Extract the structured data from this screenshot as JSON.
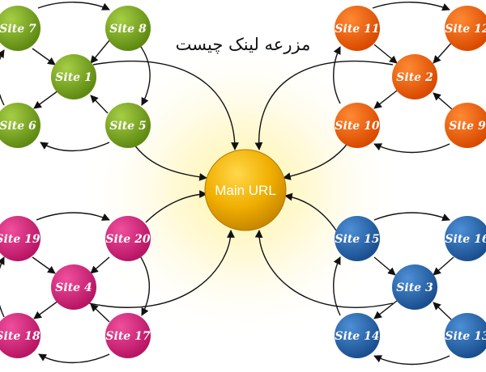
{
  "diagram": {
    "title": "مزرعه لینک چیست",
    "hub": {
      "label": "Main URL",
      "color": "#e8a800"
    },
    "clusters": [
      {
        "name": "green",
        "color": "#76a21e",
        "nodes": [
          {
            "id": "site7",
            "label": "Site 7"
          },
          {
            "id": "site8",
            "label": "Site 8"
          },
          {
            "id": "site1",
            "label": "Site 1"
          },
          {
            "id": "site6",
            "label": "Site 6"
          },
          {
            "id": "site5",
            "label": "Site 5"
          }
        ]
      },
      {
        "name": "orange",
        "color": "#f25c05",
        "nodes": [
          {
            "id": "site11",
            "label": "Site 11"
          },
          {
            "id": "site12",
            "label": "Site 12"
          },
          {
            "id": "site2",
            "label": "Site 2"
          },
          {
            "id": "site10",
            "label": "Site 10"
          },
          {
            "id": "site9",
            "label": "Site 9"
          }
        ]
      },
      {
        "name": "pink",
        "color": "#d6267e",
        "nodes": [
          {
            "id": "site19",
            "label": "Site 19"
          },
          {
            "id": "site20",
            "label": "Site 20"
          },
          {
            "id": "site4",
            "label": "Site 4"
          },
          {
            "id": "site18",
            "label": "Site 18"
          },
          {
            "id": "site17",
            "label": "Site 17"
          }
        ]
      },
      {
        "name": "blue",
        "color": "#2465ad",
        "nodes": [
          {
            "id": "site15",
            "label": "Site 15"
          },
          {
            "id": "site16",
            "label": "Site 16"
          },
          {
            "id": "site3",
            "label": "Site 3"
          },
          {
            "id": "site14",
            "label": "Site 14"
          },
          {
            "id": "site13",
            "label": "Site 13"
          }
        ]
      }
    ]
  }
}
